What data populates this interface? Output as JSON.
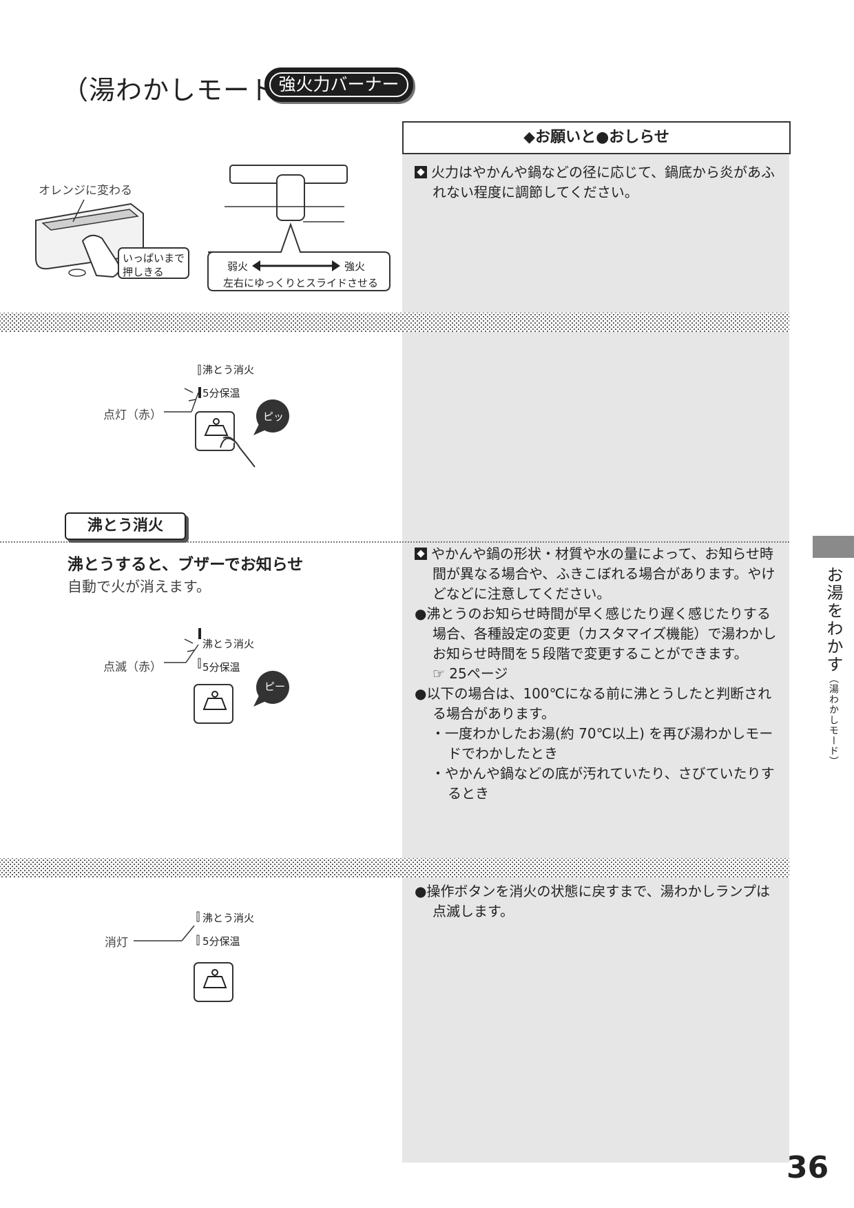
{
  "header": {
    "title": "（湯わかしモード）",
    "badge": "強火力バーナー"
  },
  "notice_header": "◆お願いと●おしらせ",
  "notes": {
    "section1": "火力はやかんや鍋などの径に応じて、鍋底から炎があふれない程度に調節してください。",
    "section2_1": "やかんや鍋の形状・材質や水の量によって、お知らせ時間が異なる場合や、ふきこぼれる場合があります。やけどなどに注意してください。",
    "section2_2": "●沸とうのお知らせ時間が早く感じたり遅く感じたりする場合、各種設定の変更（カスタマイズ機能）で湯わかしお知らせ時間を５段階で変更することができます。",
    "section2_ref": "☞ 25ページ",
    "section2_3": "●以下の場合は、100℃になる前に沸とうしたと判断される場合があります。",
    "section2_sub1": "・一度わかしたお湯(約 70℃以上) を再び湯わかしモードでわかしたとき",
    "section2_sub2": "・やかんや鍋などの底が汚れていたり、さびていたりするとき",
    "section3": "●操作ボタンを消火の状態に戻すまで、湯わかしランプは点滅します。"
  },
  "diagram1": {
    "orange_label": "オレンジに変わる",
    "press_label_1": "いっぱいまで",
    "press_label_2": "押しきる",
    "weak": "弱火",
    "strong": "強火",
    "slide_label": "左右にゆっくりとスライドさせる"
  },
  "diagram2": {
    "lamp_label": "点灯（赤）",
    "indicator1": "沸とう消火",
    "indicator2": "5分保温",
    "sound": "ピッ"
  },
  "section_label": "沸とう消火",
  "section_head": "沸とうすると、ブザーでお知らせ",
  "section_sub": "自動で火が消えます。",
  "diagram3": {
    "lamp_label": "点滅（赤）",
    "indicator1": "沸とう消火",
    "indicator2": "5分保温",
    "sound": "ピー"
  },
  "diagram4": {
    "lamp_label": "消灯",
    "indicator1": "沸とう消火",
    "indicator2": "5分保温"
  },
  "side_tab": {
    "main": "お湯をわかす",
    "sub": "（湯わかしモード）"
  },
  "page_number": "36"
}
